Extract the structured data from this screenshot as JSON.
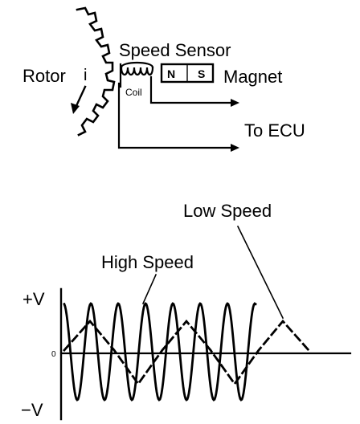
{
  "sensor_diagram": {
    "rotor_label": "Rotor",
    "rotor_marker": "i",
    "speed_sensor_label": "Speed Sensor",
    "coil_label": "Coil",
    "magnet_north": "N",
    "magnet_south": "S",
    "magnet_label": "Magnet",
    "ecu_label": "To ECU"
  },
  "waveform_diagram": {
    "low_speed_label": "Low Speed",
    "high_speed_label": "High Speed",
    "positive_voltage_label": "+V",
    "zero_label": "0",
    "negative_voltage_label": "−V"
  },
  "colors": {
    "ink": "#000000",
    "background": "#ffffff"
  }
}
